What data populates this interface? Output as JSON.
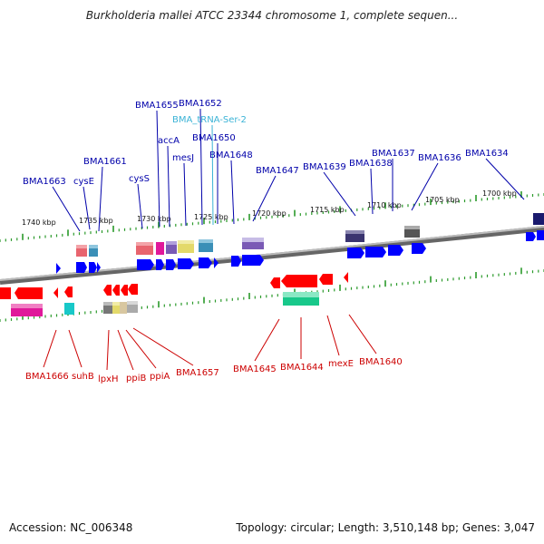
{
  "title": "Burkholderia mallei ATCC 23344 chromosome 1, complete sequen...",
  "footer": {
    "accession": "Accession: NC_006348",
    "summary": "Topology: circular; Length: 3,510,148 bp; Genes: 3,047"
  },
  "colors": {
    "forward_label": "#0000aa",
    "reverse_label": "#cc0000",
    "trna_label": "#3bb3d6",
    "forward_gene": "#0000ff",
    "reverse_gene": "#ff0000",
    "ruler_tick": "#2a9a2a",
    "backbone": "#888888"
  },
  "ruler_labels": [
    "1740 kbp",
    "1735 kbp",
    "1730 kbp",
    "1725 kbp",
    "1720 kbp",
    "1715 kbp",
    "1710 kbp",
    "1705 kbp",
    "1700 kbp"
  ],
  "forward_labels": [
    "BMA1663",
    "cysE",
    "BMA1661",
    "cysS",
    "accA",
    "BMA1655",
    "BMA1652",
    "BMA_tRNA-Ser-2",
    "mesJ",
    "BMA1650",
    "BMA1648",
    "BMA1647",
    "BMA1639",
    "BMA1638",
    "BMA1637",
    "BMA1636",
    "BMA1634"
  ],
  "reverse_labels": [
    "BMA1666",
    "suhB",
    "lpxH",
    "ppiB",
    "ppiA",
    "BMA1657",
    "BMA1645",
    "BMA1644",
    "mexE",
    "BMA1640"
  ]
}
